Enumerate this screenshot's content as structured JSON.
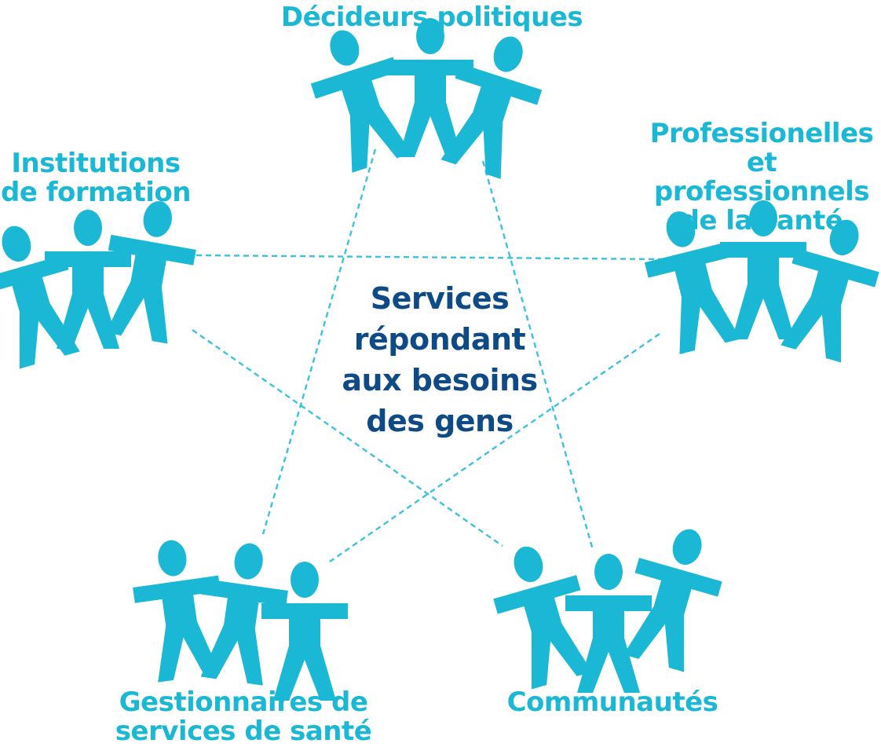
{
  "diagram": {
    "center": {
      "text": "Services\nrépondant\naux besoins\ndes gens"
    },
    "nodes": [
      {
        "id": "decideurs",
        "label": "Décideurs politiques"
      },
      {
        "id": "professionnels",
        "label": "Professionelles et\nprofessionnels\nde la santé"
      },
      {
        "id": "communautes",
        "label": "Communautés"
      },
      {
        "id": "gestionnaires",
        "label": "Gestionnaires de\nservices de santé"
      },
      {
        "id": "institutions",
        "label": "Institutions\nde formation"
      }
    ],
    "connections": [
      [
        "decideurs",
        "communautes"
      ],
      [
        "communautes",
        "institutions"
      ],
      [
        "institutions",
        "professionnels"
      ],
      [
        "professionnels",
        "gestionnaires"
      ],
      [
        "gestionnaires",
        "decideurs"
      ]
    ],
    "icon": "paper-doll-chain-icon"
  },
  "colors": {
    "figure": "#1bb8d6",
    "label": "#1bb8d6",
    "center_text": "#0e4a86",
    "connector": "#1bb8d6",
    "background": "#ffffff"
  }
}
